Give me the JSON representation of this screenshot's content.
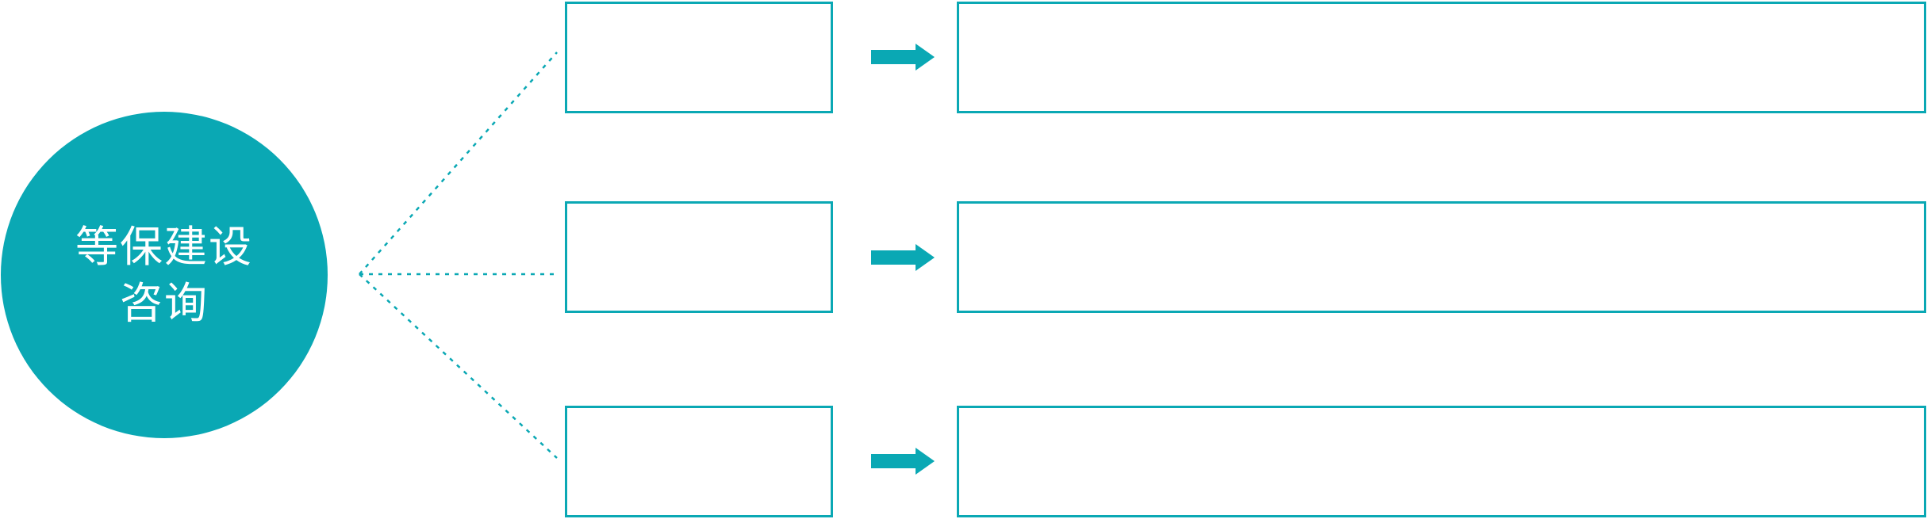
{
  "diagram": {
    "colors": {
      "accent": "#0aa8b4",
      "background": "#ffffff",
      "text_on_accent": "#ffffff"
    },
    "root_node": {
      "label_line1": "等保建设",
      "label_line2": "咨询"
    },
    "rows": [
      {
        "index": 1,
        "stage_box_text": "",
        "detail_box_text": ""
      },
      {
        "index": 2,
        "stage_box_text": "",
        "detail_box_text": ""
      },
      {
        "index": 3,
        "stage_box_text": "",
        "detail_box_text": ""
      }
    ],
    "icons": {
      "arrow": "right-block-arrow"
    }
  }
}
